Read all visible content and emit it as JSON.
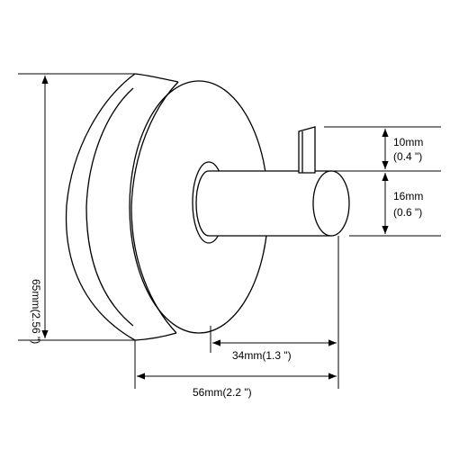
{
  "dimensions": {
    "total_height": {
      "line1": "65mm(2.56 \")"
    },
    "pin_length": {
      "line1": "34mm(1.3 \")"
    },
    "total_depth": {
      "line1": "56mm(2.2 \")"
    },
    "hook_tab_height": {
      "line1": "10mm",
      "line2": "(0.4 \")"
    },
    "pin_diameter": {
      "line1": "16mm",
      "line2": "(0.6 \")"
    }
  },
  "colors": {
    "line": "#000000",
    "background": "#ffffff"
  }
}
